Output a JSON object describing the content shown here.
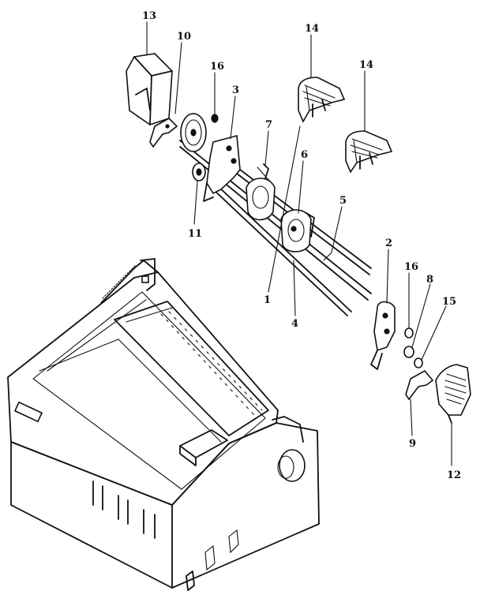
{
  "callouts": {
    "c1": "1",
    "c2": "2",
    "c3": "3",
    "c4": "4",
    "c5": "5",
    "c6": "6",
    "c7": "7",
    "c8": "8",
    "c9": "9",
    "c10": "10",
    "c11": "11",
    "c12": "12",
    "c13": "13",
    "c14a": "14",
    "c14b": "14",
    "c15": "15",
    "c16a": "16",
    "c16b": "16"
  }
}
